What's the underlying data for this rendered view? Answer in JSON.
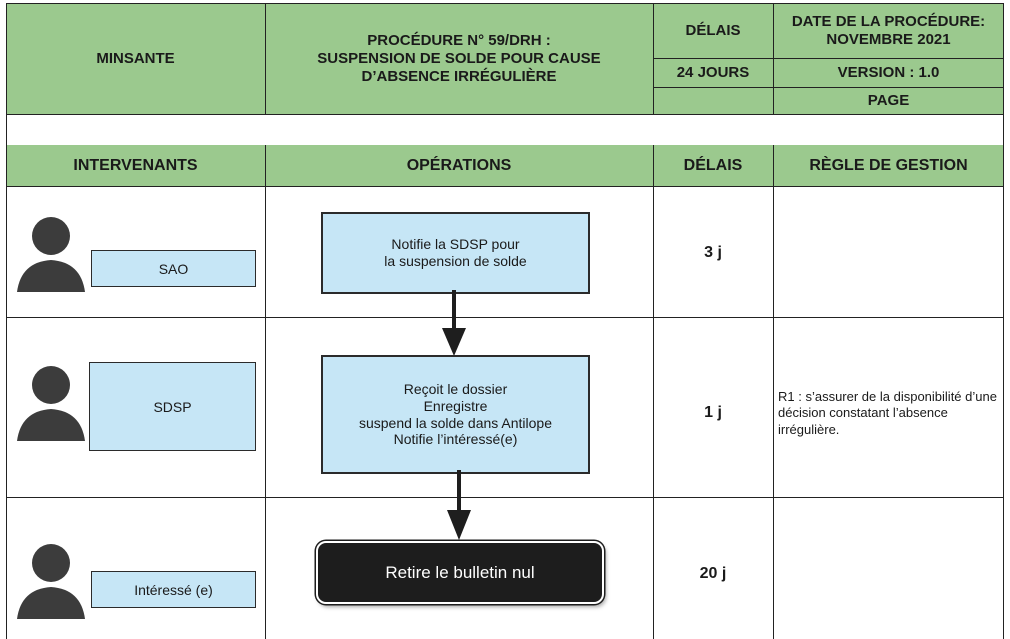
{
  "header": {
    "org": "MINSANTE",
    "procedure_title": "PROCÉDURE N° 59/DRH :",
    "procedure_subtitle": "SUSPENSION DE SOLDE POUR CAUSE D’ABSENCE IRRÉGULIÈRE",
    "delais_label": "DÉLAIS",
    "delais_value": "24 JOURS",
    "date_label": "DATE DE LA PROCÉDURE:",
    "date_value": "NOVEMBRE 2021",
    "version": "VERSION : 1.0",
    "page": "PAGE"
  },
  "columns": {
    "intervenants": "INTERVENANTS",
    "operations": "OPÉRATIONS",
    "delais": "DÉLAIS",
    "regle": "RÈGLE DE GESTION"
  },
  "rows": [
    {
      "actor": "SAO",
      "operation": [
        "Notifie la SDSP pour",
        "la suspension de solde"
      ],
      "delay": "3 j",
      "rule": ""
    },
    {
      "actor": "SDSP",
      "operation": [
        "Reçoit le dossier",
        "Enregistre",
        "suspend la solde dans Antilope",
        "Notifie l’intéressé(e)"
      ],
      "delay": "1 j",
      "rule": "R1 : s’assurer de la disponibilité d’une décision constatant l’absence irrégulière."
    },
    {
      "actor": "Intéressé (e)",
      "operation": [
        "Retire le bulletin nul"
      ],
      "delay": "20 j",
      "rule": ""
    }
  ],
  "colors": {
    "header_green": "#9bc98e",
    "box_blue": "#c6e6f6",
    "final_box": "#1d1d1d",
    "avatar": "#3c3c3c"
  }
}
